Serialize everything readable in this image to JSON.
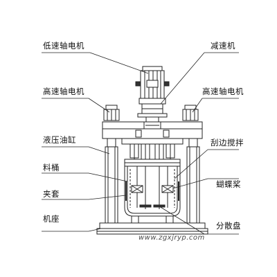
{
  "labels": {
    "low_speed_motor": "低速轴电机",
    "reducer": "减速机",
    "high_speed_motor_left": "高速轴电机",
    "high_speed_motor_right": "高速轴电机",
    "hydraulic_cylinder": "液压油缸",
    "edge_scraping_stirrer": "刮边搅拌",
    "barrel": "料桶",
    "butterfly_paddle": "蝴蝶桨",
    "jacket": "夹套",
    "machine_base": "机座",
    "dispersion_disc": "分散盘"
  },
  "watermark": "www.zgxjryp.com",
  "colors": {
    "line": "#222222",
    "fill": "#ffffff",
    "dark": "#333333"
  }
}
